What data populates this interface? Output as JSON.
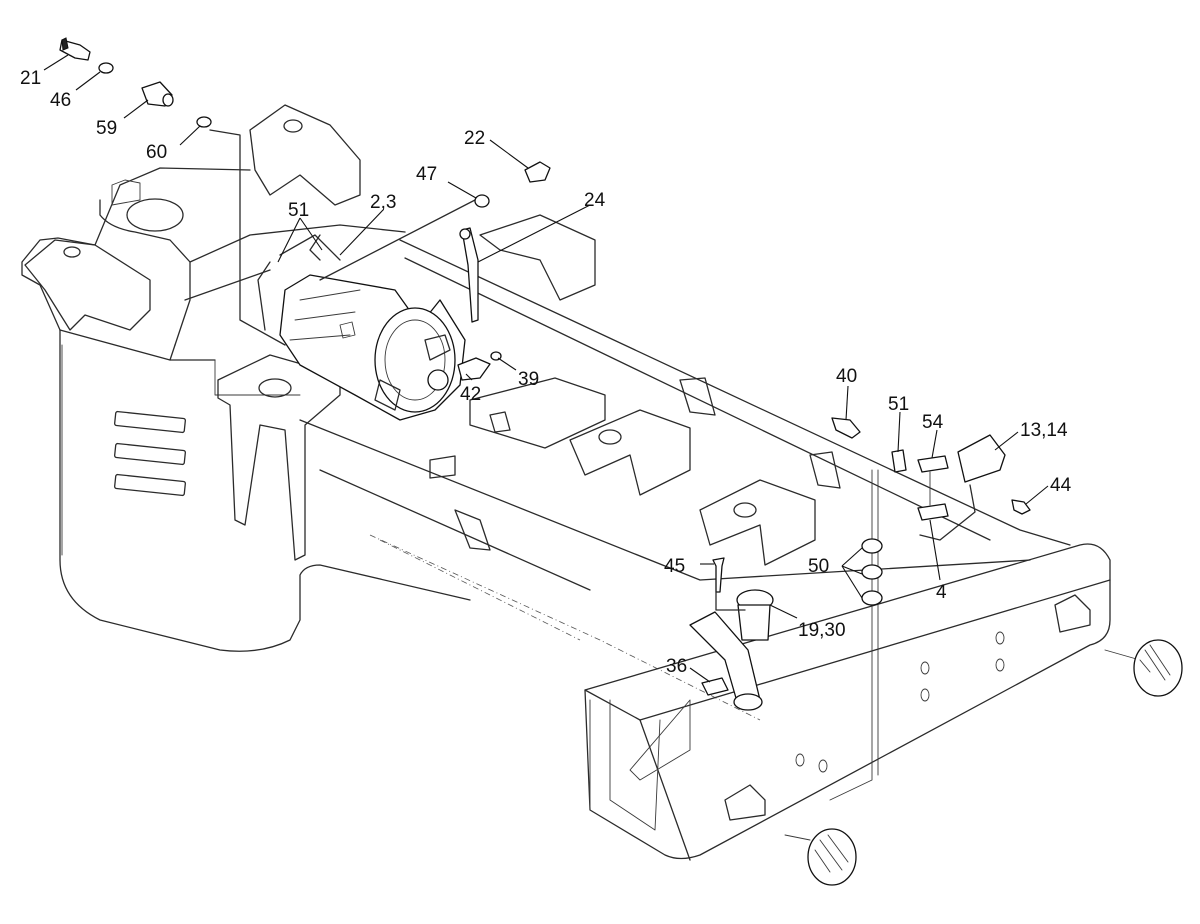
{
  "callouts": [
    {
      "id": "21",
      "label": "21"
    },
    {
      "id": "46",
      "label": "46"
    },
    {
      "id": "59",
      "label": "59"
    },
    {
      "id": "60",
      "label": "60"
    },
    {
      "id": "22",
      "label": "22"
    },
    {
      "id": "47",
      "label": "47"
    },
    {
      "id": "51a",
      "label": "51"
    },
    {
      "id": "23",
      "label": "2,3"
    },
    {
      "id": "24",
      "label": "24"
    },
    {
      "id": "42",
      "label": "42"
    },
    {
      "id": "39",
      "label": "39"
    },
    {
      "id": "40",
      "label": "40"
    },
    {
      "id": "51b",
      "label": "51"
    },
    {
      "id": "54",
      "label": "54"
    },
    {
      "id": "1314",
      "label": "13,14"
    },
    {
      "id": "44",
      "label": "44"
    },
    {
      "id": "45",
      "label": "45"
    },
    {
      "id": "50",
      "label": "50"
    },
    {
      "id": "4",
      "label": "4"
    },
    {
      "id": "1930",
      "label": "19,30"
    },
    {
      "id": "36",
      "label": "36"
    }
  ],
  "colors": {
    "line": "#2b2b2b",
    "background": "#ffffff"
  }
}
